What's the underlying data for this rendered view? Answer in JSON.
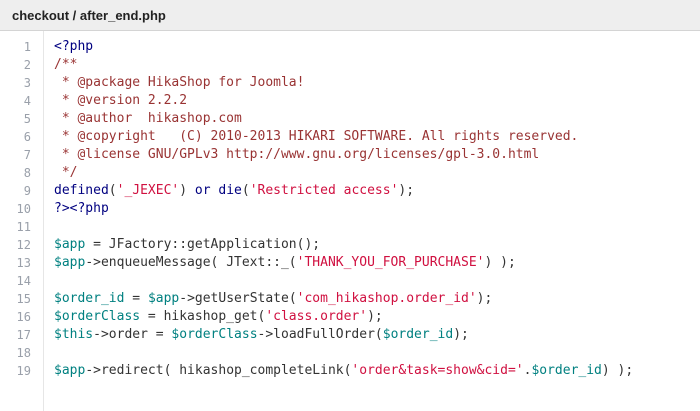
{
  "header": {
    "title": "checkout / after_end.php"
  },
  "colors": {
    "bg": "#ffffff",
    "header-bg": "#eeeeee",
    "header-border": "#d4d4d4",
    "header-text": "#222222",
    "gutter-border": "#e6e6e6",
    "line-number": "#9aa0aa",
    "plain": "#333333",
    "comment": "#993333",
    "string": "#d01040",
    "keyword": "#000080",
    "variable": "#008080",
    "tag": "#000080"
  },
  "code": {
    "language": "php",
    "lines": [
      {
        "n": 1,
        "t": [
          [
            "tag",
            "<?php"
          ]
        ]
      },
      {
        "n": 2,
        "t": [
          [
            "com",
            "/**"
          ]
        ]
      },
      {
        "n": 3,
        "t": [
          [
            "com",
            " * @package HikaShop for Joomla!"
          ]
        ]
      },
      {
        "n": 4,
        "t": [
          [
            "com",
            " * @version 2.2.2"
          ]
        ]
      },
      {
        "n": 5,
        "t": [
          [
            "com",
            " * @author  hikashop.com"
          ]
        ]
      },
      {
        "n": 6,
        "t": [
          [
            "com",
            " * @copyright   (C) 2010-2013 HIKARI SOFTWARE. All rights reserved."
          ]
        ]
      },
      {
        "n": 7,
        "t": [
          [
            "com",
            " * @license GNU/GPLv3 http://www.gnu.org/licenses/gpl-3.0.html"
          ]
        ]
      },
      {
        "n": 8,
        "t": [
          [
            "com",
            " */"
          ]
        ]
      },
      {
        "n": 9,
        "t": [
          [
            "kw",
            "defined"
          ],
          [
            "pl",
            "("
          ],
          [
            "str",
            "'_JEXEC'"
          ],
          [
            "pl",
            ") "
          ],
          [
            "kw",
            "or"
          ],
          [
            "pl",
            " "
          ],
          [
            "kw",
            "die"
          ],
          [
            "pl",
            "("
          ],
          [
            "str",
            "'Restricted access'"
          ],
          [
            "pl",
            ");"
          ]
        ]
      },
      {
        "n": 10,
        "t": [
          [
            "tag",
            "?><?php"
          ]
        ]
      },
      {
        "n": 11,
        "t": []
      },
      {
        "n": 12,
        "t": [
          [
            "var",
            "$app"
          ],
          [
            "pl",
            " = JFactory::getApplication();"
          ]
        ]
      },
      {
        "n": 13,
        "t": [
          [
            "var",
            "$app"
          ],
          [
            "pl",
            "->enqueueMessage( JText::_("
          ],
          [
            "str",
            "'THANK_YOU_FOR_PURCHASE'"
          ],
          [
            "pl",
            ") );"
          ]
        ]
      },
      {
        "n": 14,
        "t": []
      },
      {
        "n": 15,
        "t": [
          [
            "var",
            "$order_id"
          ],
          [
            "pl",
            " = "
          ],
          [
            "var",
            "$app"
          ],
          [
            "pl",
            "->getUserState("
          ],
          [
            "str",
            "'com_hikashop.order_id'"
          ],
          [
            "pl",
            ");"
          ]
        ]
      },
      {
        "n": 16,
        "t": [
          [
            "var",
            "$orderClass"
          ],
          [
            "pl",
            " = hikashop_get("
          ],
          [
            "str",
            "'class.order'"
          ],
          [
            "pl",
            ");"
          ]
        ]
      },
      {
        "n": 17,
        "t": [
          [
            "var",
            "$this"
          ],
          [
            "pl",
            "->order = "
          ],
          [
            "var",
            "$orderClass"
          ],
          [
            "pl",
            "->loadFullOrder("
          ],
          [
            "var",
            "$order_id"
          ],
          [
            "pl",
            ");"
          ]
        ]
      },
      {
        "n": 18,
        "t": []
      },
      {
        "n": 19,
        "t": [
          [
            "var",
            "$app"
          ],
          [
            "pl",
            "->redirect( hikashop_completeLink("
          ],
          [
            "str",
            "'order&task=show&cid='"
          ],
          [
            "pl",
            "."
          ],
          [
            "var",
            "$order_id"
          ],
          [
            "pl",
            ") );"
          ]
        ]
      }
    ]
  }
}
